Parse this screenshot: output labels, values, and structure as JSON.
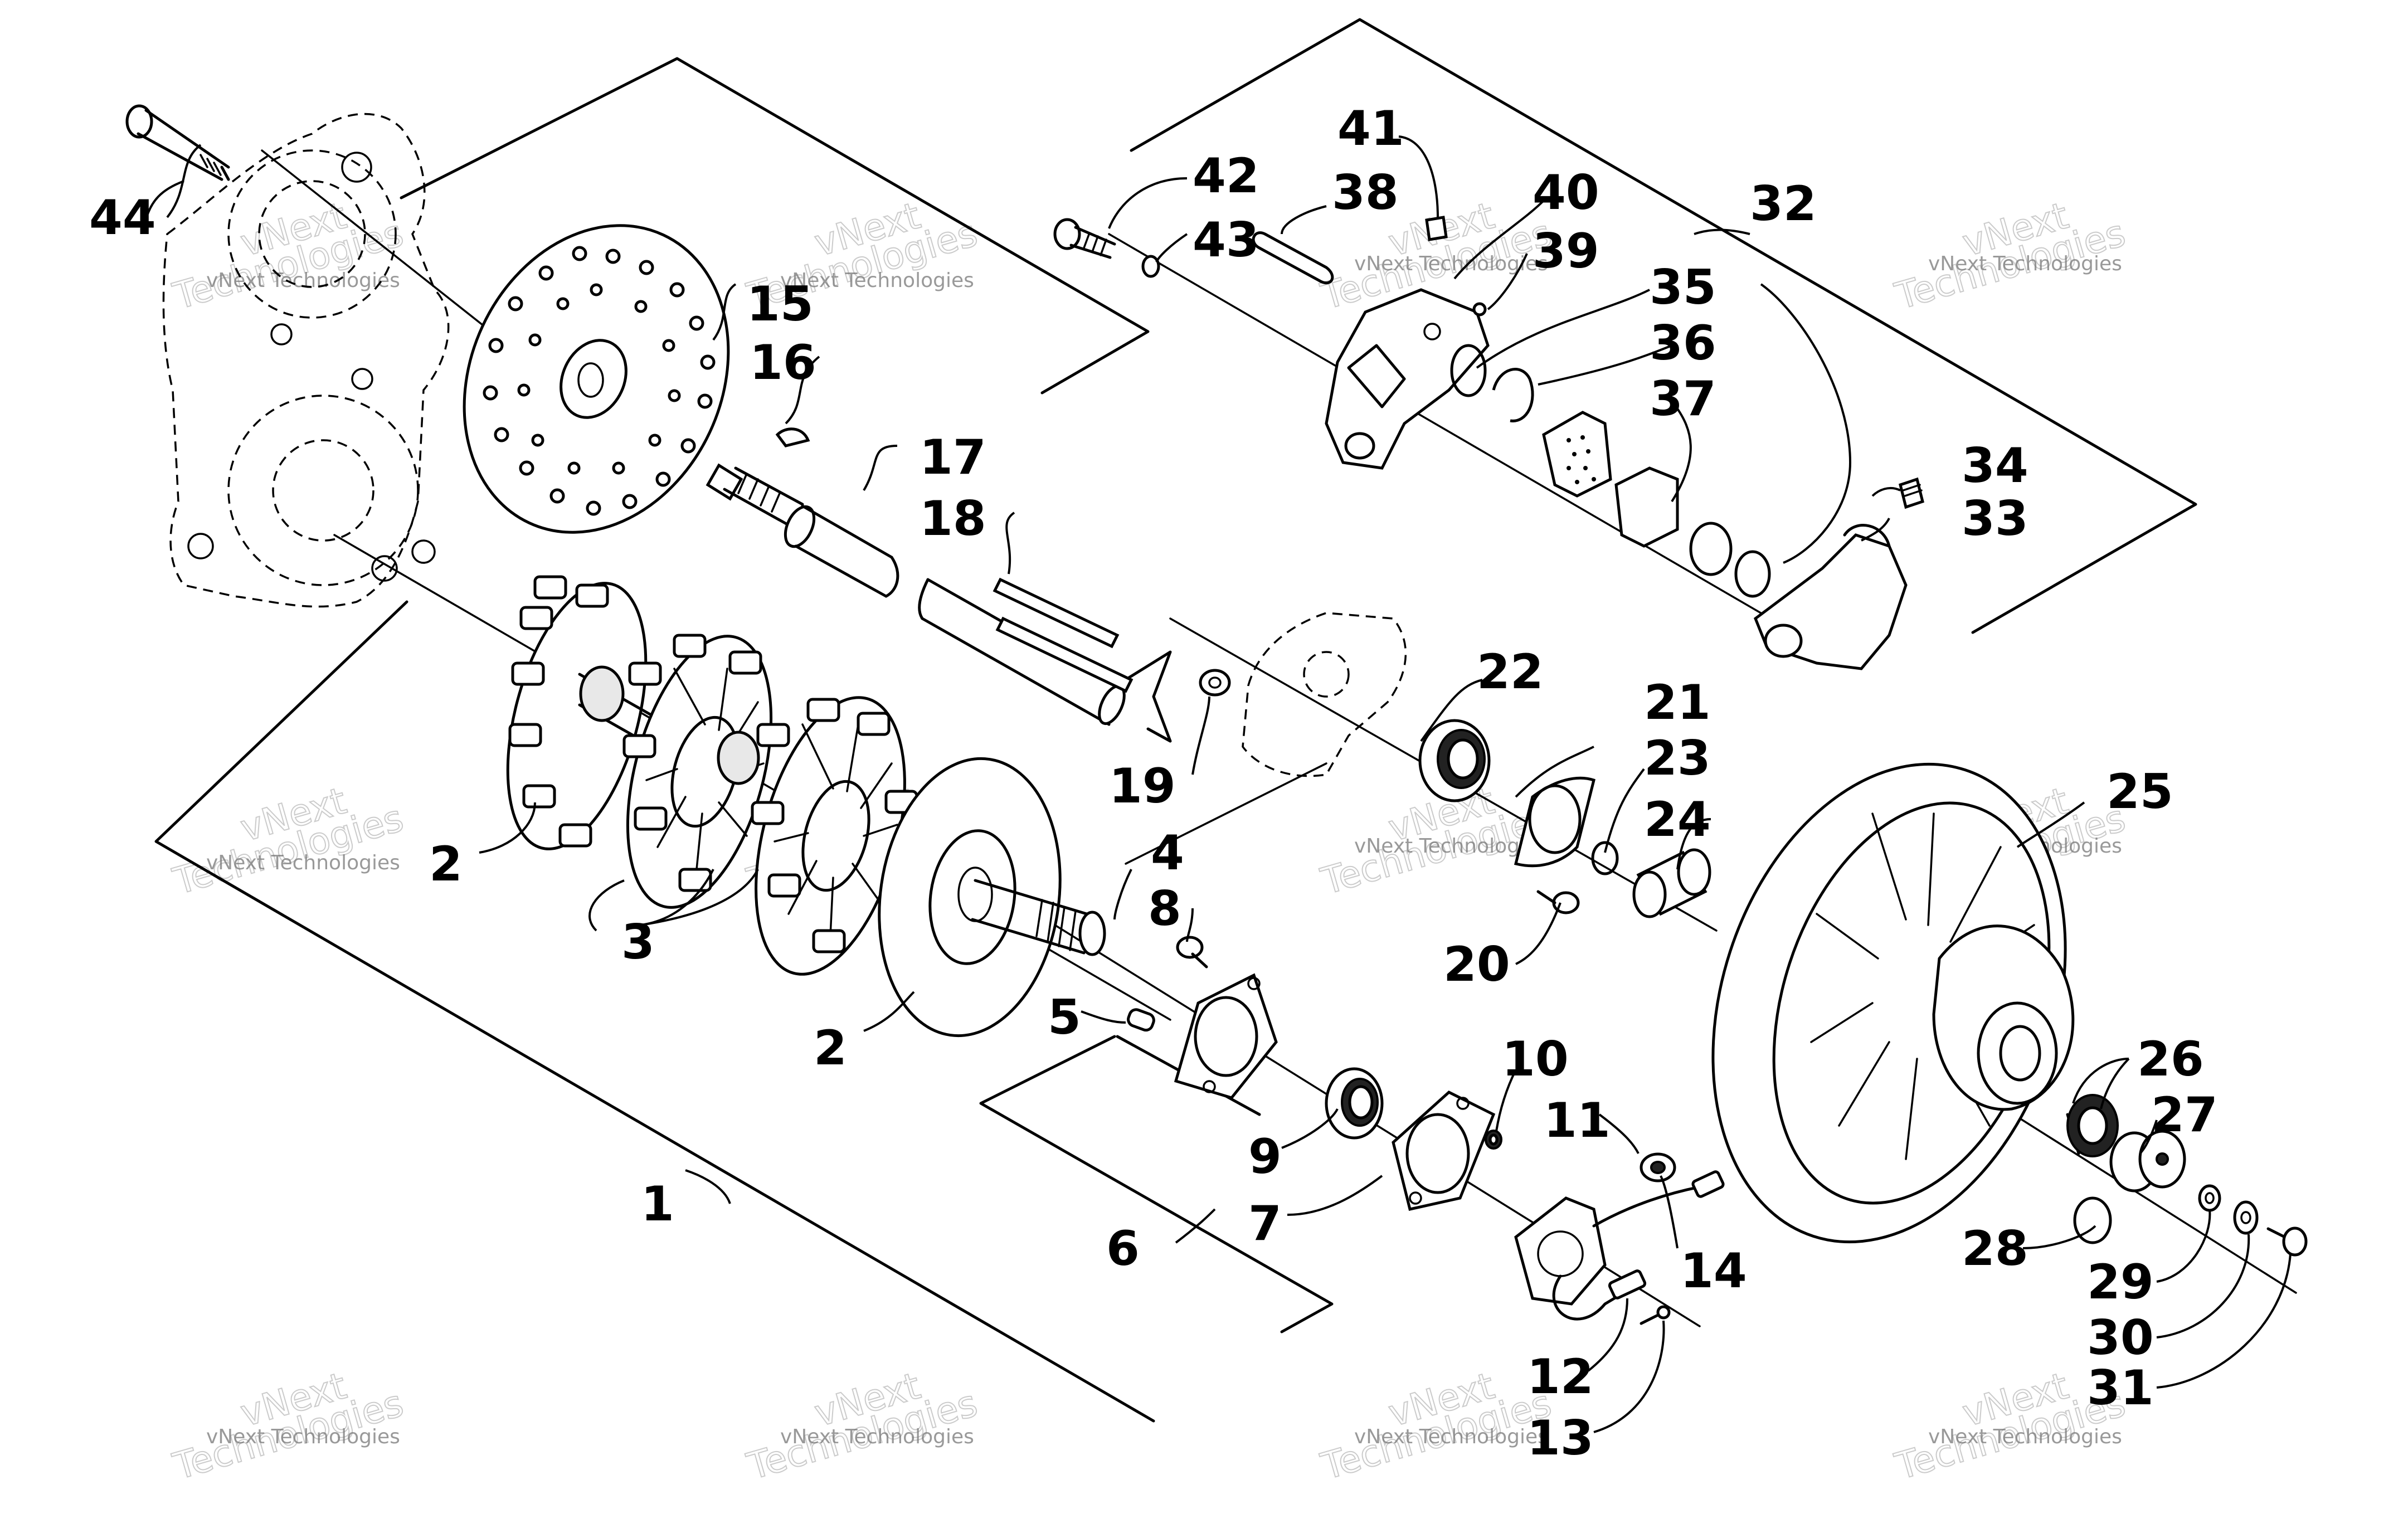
{
  "diagram": {
    "callouts": [
      {
        "id": "1",
        "label": "1"
      },
      {
        "id": "2a",
        "label": "2"
      },
      {
        "id": "2b",
        "label": "2"
      },
      {
        "id": "3",
        "label": "3"
      },
      {
        "id": "4",
        "label": "4"
      },
      {
        "id": "5",
        "label": "5"
      },
      {
        "id": "6",
        "label": "6"
      },
      {
        "id": "7",
        "label": "7"
      },
      {
        "id": "8",
        "label": "8"
      },
      {
        "id": "9",
        "label": "9"
      },
      {
        "id": "10",
        "label": "10"
      },
      {
        "id": "11",
        "label": "11"
      },
      {
        "id": "12",
        "label": "12"
      },
      {
        "id": "13",
        "label": "13"
      },
      {
        "id": "14",
        "label": "14"
      },
      {
        "id": "15",
        "label": "15"
      },
      {
        "id": "16",
        "label": "16"
      },
      {
        "id": "17",
        "label": "17"
      },
      {
        "id": "18",
        "label": "18"
      },
      {
        "id": "19",
        "label": "19"
      },
      {
        "id": "20",
        "label": "20"
      },
      {
        "id": "21",
        "label": "21"
      },
      {
        "id": "22",
        "label": "22"
      },
      {
        "id": "23",
        "label": "23"
      },
      {
        "id": "24",
        "label": "24"
      },
      {
        "id": "25",
        "label": "25"
      },
      {
        "id": "26",
        "label": "26"
      },
      {
        "id": "27",
        "label": "27"
      },
      {
        "id": "28",
        "label": "28"
      },
      {
        "id": "29",
        "label": "29"
      },
      {
        "id": "30",
        "label": "30"
      },
      {
        "id": "31",
        "label": "31"
      },
      {
        "id": "32",
        "label": "32"
      },
      {
        "id": "33",
        "label": "33"
      },
      {
        "id": "34",
        "label": "34"
      },
      {
        "id": "35",
        "label": "35"
      },
      {
        "id": "36",
        "label": "36"
      },
      {
        "id": "37",
        "label": "37"
      },
      {
        "id": "38",
        "label": "38"
      },
      {
        "id": "39",
        "label": "39"
      },
      {
        "id": "40",
        "label": "40"
      },
      {
        "id": "41",
        "label": "41"
      },
      {
        "id": "42",
        "label": "42"
      },
      {
        "id": "43",
        "label": "43"
      },
      {
        "id": "44",
        "label": "44"
      }
    ],
    "watermark": {
      "small_text": "vNext Technologies",
      "big_line1": "vNext",
      "big_line2": "Technologies"
    }
  }
}
